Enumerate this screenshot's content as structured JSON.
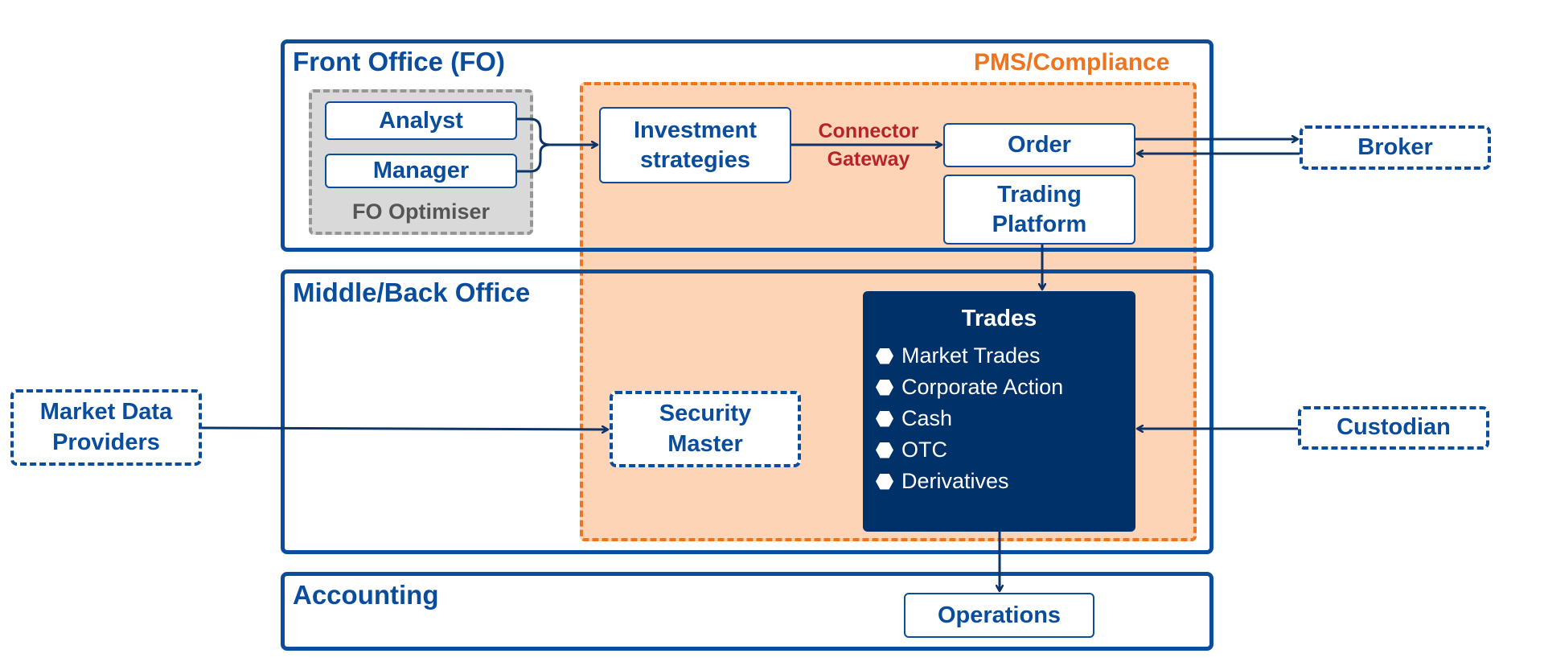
{
  "panels": {
    "front_office": "Front Office (FO)",
    "middle_back_office": "Middle/Back Office",
    "accounting": "Accounting"
  },
  "pms": {
    "label": "PMS/Compliance"
  },
  "fo_optimiser": {
    "label": "FO Optimiser",
    "items": [
      "Analyst",
      "Manager"
    ]
  },
  "nodes": {
    "investment_line1": "Investment",
    "investment_line2": "strategies",
    "connector_line1": "Connector",
    "connector_line2": "Gateway",
    "order": "Order",
    "trading_line1": "Trading",
    "trading_line2": "Platform",
    "security_line1": "Security",
    "security_line2": "Master",
    "operations": "Operations"
  },
  "trades": {
    "title": "Trades",
    "items": [
      "Market Trades",
      "Corporate Action",
      "Cash",
      "OTC",
      "Derivatives"
    ]
  },
  "external": {
    "broker": "Broker",
    "custodian": "Custodian",
    "market_data_line1": "Market Data",
    "market_data_line2": "Providers"
  },
  "colors": {
    "panel_border": "#0a4d9c",
    "pms_fill": "#fdd5b6",
    "pms_border": "#ee7420",
    "trades_fill": "#003168",
    "connector_text": "#b8232a",
    "arrow": "#0d3466"
  }
}
